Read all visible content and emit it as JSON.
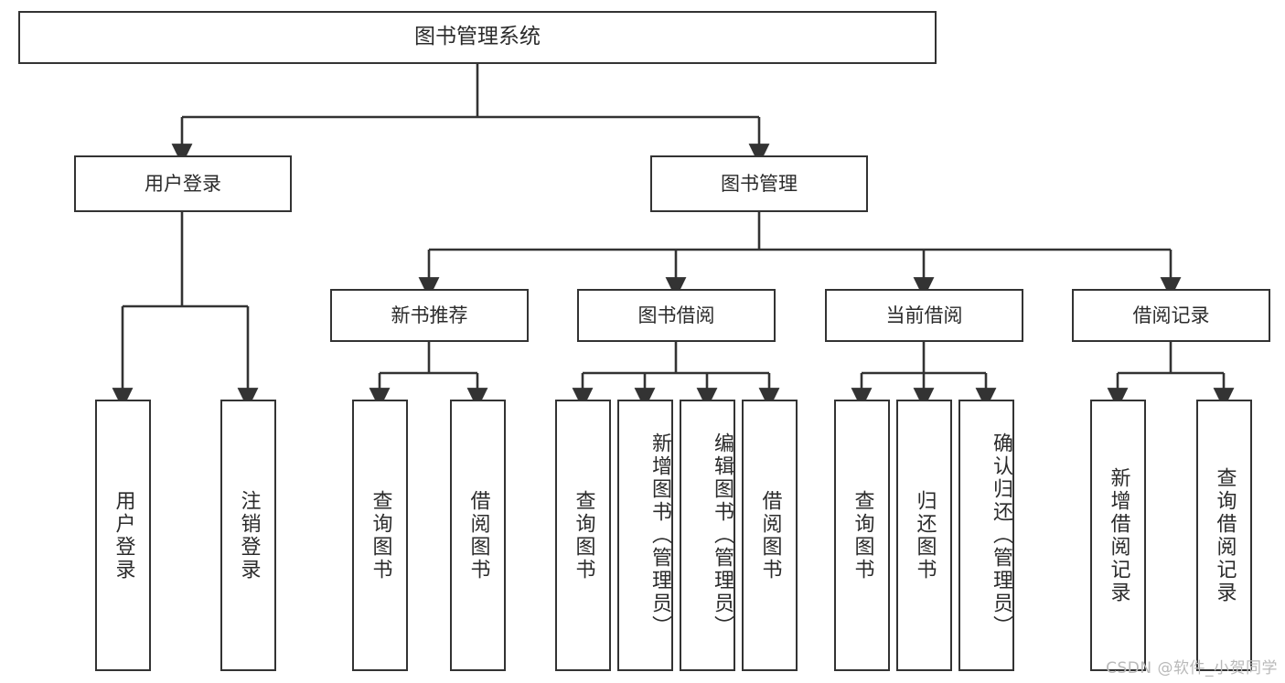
{
  "diagram": {
    "title": "图书管理系统",
    "type": "tree-hierarchy",
    "watermark": "CSDN @软件_小贺同学",
    "colors": {
      "stroke": "#333333",
      "text": "#2b2b2b",
      "background": "#ffffff",
      "watermark": "#b9b9b9"
    },
    "levels": {
      "root": {
        "label": "图书管理系统"
      },
      "level2": [
        {
          "id": "user-login",
          "label": "用户登录"
        },
        {
          "id": "book-management",
          "label": "图书管理"
        }
      ],
      "level3": [
        {
          "id": "new-book-recommend",
          "label": "新书推荐",
          "parent": "book-management"
        },
        {
          "id": "book-borrow",
          "label": "图书借阅",
          "parent": "book-management"
        },
        {
          "id": "current-borrow",
          "label": "当前借阅",
          "parent": "book-management"
        },
        {
          "id": "borrow-record",
          "label": "借阅记录",
          "parent": "book-management"
        }
      ],
      "leaves": [
        {
          "id": "leaf-user-login",
          "label": "用户登录",
          "parent": "user-login"
        },
        {
          "id": "leaf-logout-login",
          "label": "注销登录",
          "parent": "user-login"
        },
        {
          "id": "leaf-query-book-1",
          "label": "查询图书",
          "parent": "new-book-recommend"
        },
        {
          "id": "leaf-borrow-book-1",
          "label": "借阅图书",
          "parent": "new-book-recommend"
        },
        {
          "id": "leaf-query-book-2",
          "label": "查询图书",
          "parent": "book-borrow"
        },
        {
          "id": "leaf-add-book",
          "label": "新增图书（管理员）",
          "parent": "book-borrow"
        },
        {
          "id": "leaf-edit-book",
          "label": "编辑图书（管理员）",
          "parent": "book-borrow"
        },
        {
          "id": "leaf-borrow-book-2",
          "label": "借阅图书",
          "parent": "book-borrow"
        },
        {
          "id": "leaf-query-book-3",
          "label": "查询图书",
          "parent": "current-borrow"
        },
        {
          "id": "leaf-return-book",
          "label": "归还图书",
          "parent": "current-borrow"
        },
        {
          "id": "leaf-confirm-return",
          "label": "确认归还（管理员）",
          "parent": "current-borrow"
        },
        {
          "id": "leaf-add-record",
          "label": "新增借阅记录",
          "parent": "borrow-record"
        },
        {
          "id": "leaf-query-record",
          "label": "查询借阅记录",
          "parent": "borrow-record"
        }
      ]
    }
  }
}
